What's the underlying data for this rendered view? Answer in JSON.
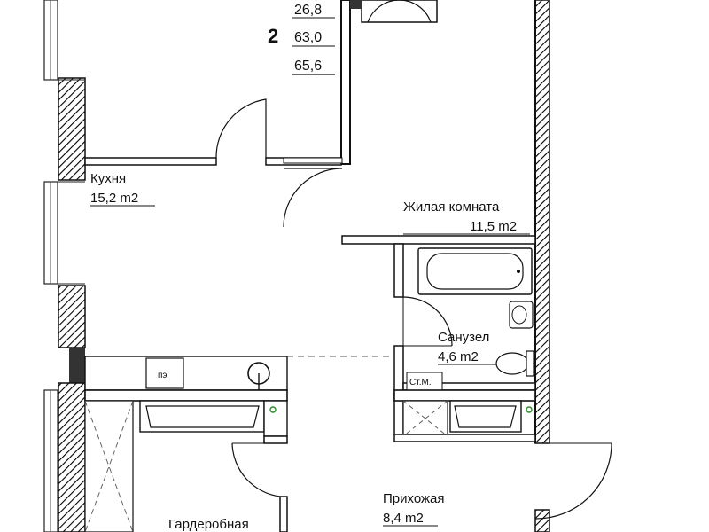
{
  "summary": {
    "rooms_count": "2",
    "areas": [
      "26,8",
      "63,0",
      "65,6"
    ]
  },
  "rooms": [
    {
      "name": "Кухня",
      "area": "15,2 m2"
    },
    {
      "name": "Жилая комната",
      "area": "11,5 m2"
    },
    {
      "name": "Санузел",
      "area": "4,6 m2"
    },
    {
      "name": "Прихожая",
      "area": "8,4 m2"
    },
    {
      "name": "Гардеробная",
      "area": ""
    }
  ],
  "equipment": {
    "stove_label": "пэ",
    "riser_label": "Ст.М."
  },
  "colors": {
    "wall": "#1a1a1a",
    "hatch": "#000000",
    "thin_line": "#333333"
  }
}
